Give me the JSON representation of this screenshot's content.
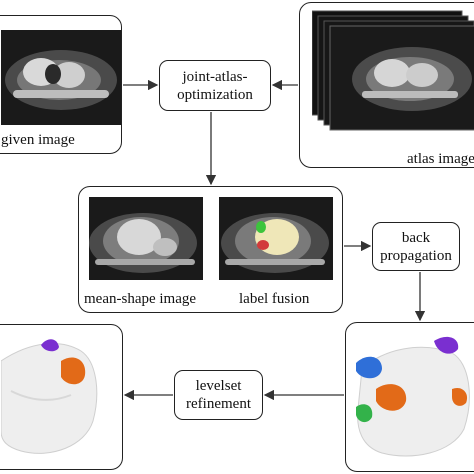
{
  "panels": {
    "given_image": {
      "caption": "given image"
    },
    "atlas_images": {
      "caption": "atlas images"
    },
    "mean_shape_image": {
      "caption": "mean-shape image"
    },
    "label_fusion": {
      "caption": "label fusion"
    }
  },
  "steps": {
    "joint_atlas": "joint-atlas-\noptimization",
    "back_propagation": "back\npropagation",
    "levelset": "levelset\nrefinement"
  },
  "colors": {
    "mri_dark": "#1a1a1a",
    "tissue": "#d9d9d9",
    "label_yellow": "#efe7b8",
    "label_green": "#3cc43c",
    "label_red": "#d23a3a",
    "mesh_gray": "#eeeeee",
    "purple": "#7a2fd0",
    "orange": "#e26a18",
    "blue": "#2f6fd8",
    "green": "#33b24a"
  }
}
